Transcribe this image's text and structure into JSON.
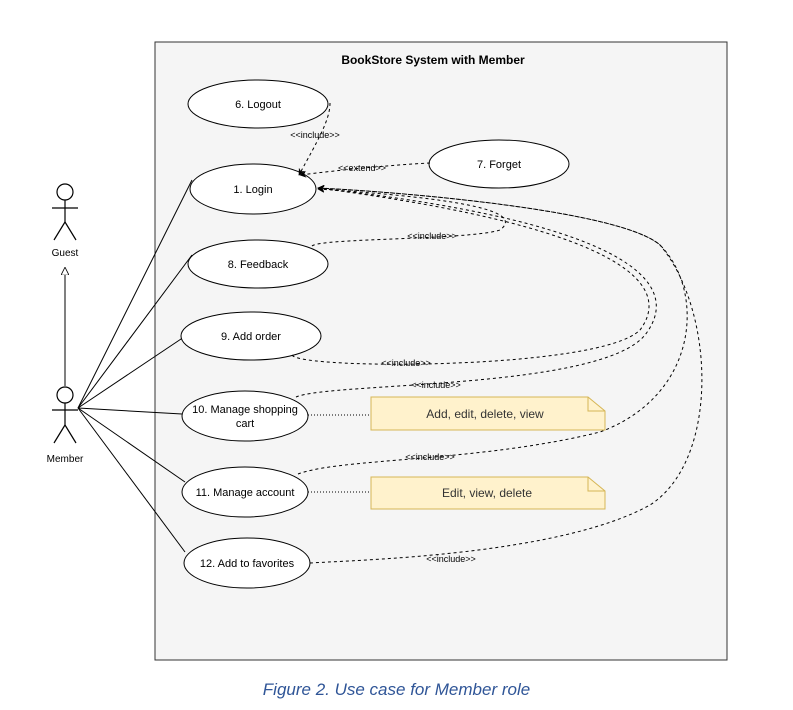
{
  "system": {
    "title": "BookStore System with Member"
  },
  "actors": {
    "guest": "Guest",
    "member": "Member"
  },
  "use_cases": {
    "logout": "6. Logout",
    "login": "1. Login",
    "forget": "7. Forget",
    "feedback": "8. Feedback",
    "add_order": "9. Add order",
    "manage_cart_line1": "10. Manage shopping",
    "manage_cart_line2": "cart",
    "manage_account": "11. Manage account",
    "add_favorites": "12. Add to favorites"
  },
  "relations": {
    "include": "<<include>>",
    "extend": "<<extend>>"
  },
  "notes": {
    "cart_note": "Add, edit, delete, view",
    "account_note": "Edit, view, delete"
  },
  "colors": {
    "note_fill": "#fff2cc",
    "note_border": "#d6b656",
    "system_fill": "#f5f5f5"
  },
  "caption": "Figure 2. Use case for Member role"
}
